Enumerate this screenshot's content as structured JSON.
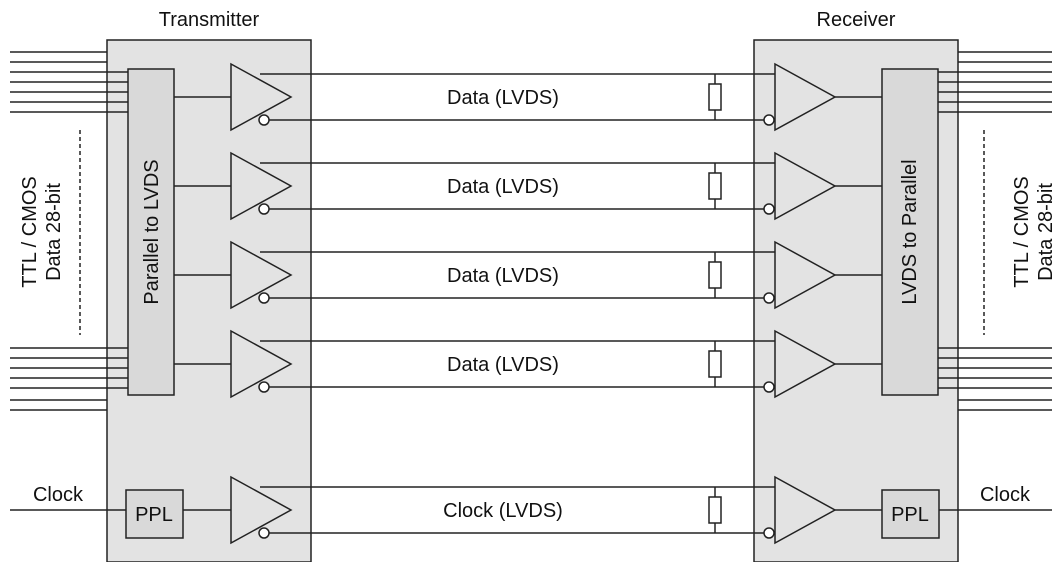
{
  "transmitter": {
    "title": "Transmitter",
    "converter_label": "Parallel to LVDS",
    "pll_label": "PPL"
  },
  "receiver": {
    "title": "Receiver",
    "converter_label": "LVDS to Parallel",
    "pll_label": "PPL"
  },
  "links": [
    {
      "label": "Data (LVDS)"
    },
    {
      "label": "Data (LVDS)"
    },
    {
      "label": "Data (LVDS)"
    },
    {
      "label": "Data (LVDS)"
    },
    {
      "label": "Clock (LVDS)"
    }
  ],
  "left_bus": {
    "line1": "TTL / CMOS",
    "line2": "Data 28-bit"
  },
  "right_bus": {
    "line1": "TTL / CMOS",
    "line2": "Data 28-bit"
  },
  "clock_in_label": "Clock",
  "clock_out_label": "Clock",
  "colors": {
    "block_fill": "#e3e3e3",
    "box_fill": "#d9d9d9",
    "line": "#222222"
  }
}
